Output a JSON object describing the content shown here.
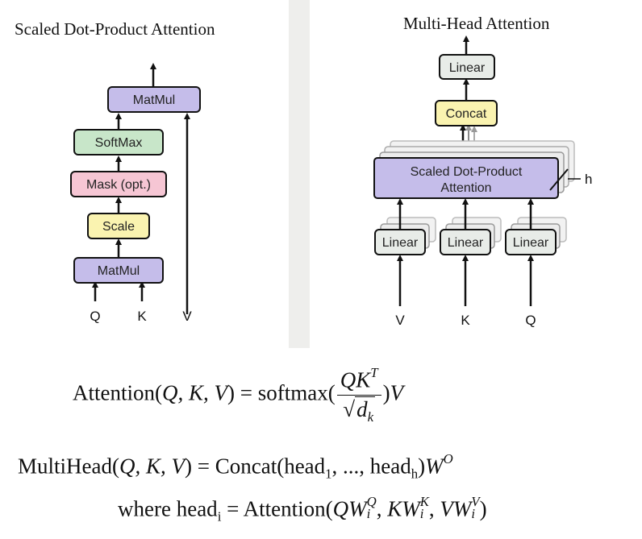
{
  "scaled_attention": {
    "title": "Scaled Dot-Product Attention",
    "blocks": {
      "matmul_top": "MatMul",
      "softmax": "SoftMax",
      "mask": "Mask (opt.)",
      "scale": "Scale",
      "matmul_bottom": "MatMul"
    },
    "inputs": {
      "q": "Q",
      "k": "K",
      "v": "V"
    },
    "colors": {
      "matmul": "#c5bdea",
      "softmax": "#c8e6c9",
      "mask": "#f6c6d4",
      "scale": "#faf3b0"
    }
  },
  "multi_head": {
    "title": "Multi-Head Attention",
    "blocks": {
      "linear_top": "Linear",
      "concat": "Concat",
      "attention_line1": "Scaled Dot-Product",
      "attention_line2": "Attention",
      "linear_v": "Linear",
      "linear_k": "Linear",
      "linear_q": "Linear"
    },
    "heads_label": "h",
    "inputs": {
      "v": "V",
      "k": "K",
      "q": "Q"
    },
    "colors": {
      "linear": "#e8ece8",
      "concat": "#faf3b0",
      "attention": "#c5bdea"
    }
  },
  "formulas": {
    "attention": {
      "lhs_name": "Attention",
      "args": "Q, K, V",
      "equals": "=",
      "softmax": "softmax",
      "numerator": "QK",
      "numerator_sup": "T",
      "denominator": "d",
      "denominator_sub": "k",
      "trailing": "V"
    },
    "multihead": {
      "lhs_name": "MultiHead",
      "args": "Q, K, V",
      "equals": "=",
      "concat": "Concat",
      "head": "head",
      "head_first_sub": "1",
      "ellipsis": "...",
      "head_last_sub": "h",
      "w": "W",
      "w_sup": "O"
    },
    "where": {
      "where": "where",
      "head": "head",
      "head_sub": "i",
      "equals": "=",
      "attention": "Attention",
      "q": "Q",
      "k": "K",
      "v": "V",
      "w": "W",
      "i": "i"
    }
  }
}
